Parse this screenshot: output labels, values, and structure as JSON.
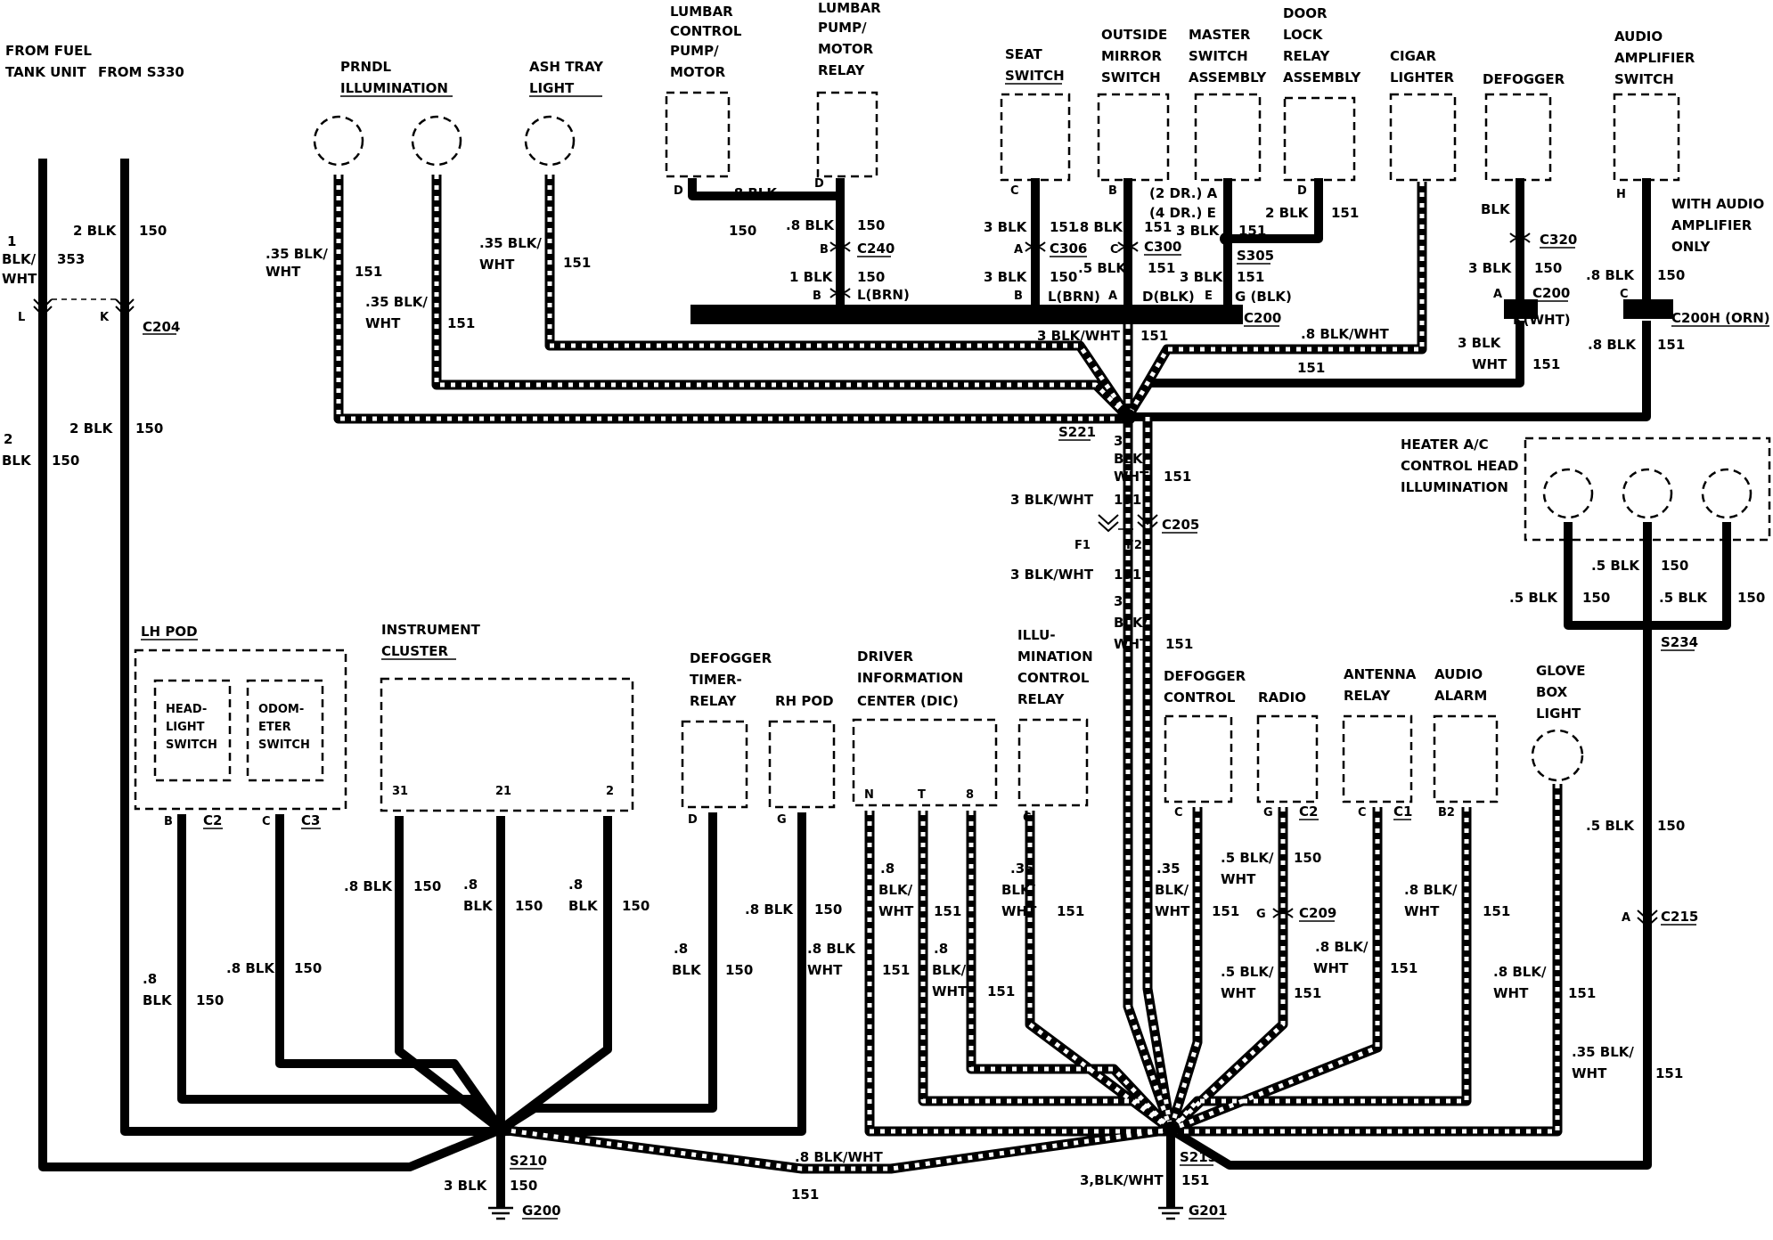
{
  "diagram": {
    "top_left": {
      "fuel_label_1": "FROM FUEL",
      "fuel_label_2": "TANK UNIT",
      "from_label": "FROM S330"
    },
    "components": {
      "prndl": [
        "PRNDL",
        "ILLUMINATION"
      ],
      "ash_tray": [
        "ASH TRAY",
        "LIGHT"
      ],
      "lumbar_pump_motor": [
        "LUMBAR",
        "CONTROL",
        "PUMP/",
        "MOTOR"
      ],
      "lumbar_relay": [
        "LUMBAR",
        "PUMP/",
        "MOTOR",
        "RELAY"
      ],
      "seat_switch": [
        "SEAT",
        "SWITCH"
      ],
      "outside_mirror": [
        "OUTSIDE",
        "MIRROR",
        "SWITCH"
      ],
      "master_switch": [
        "MASTER",
        "SWITCH",
        "ASSEMBLY"
      ],
      "door_lock": [
        "DOOR",
        "LOCK",
        "RELAY",
        "ASSEMBLY"
      ],
      "cigar": [
        "CIGAR",
        "LIGHTER"
      ],
      "defogger_top": [
        "DEFOGGER"
      ],
      "audio_amp": [
        "AUDIO",
        "AMPLIFIER",
        "SWITCH"
      ],
      "audio_amp_note": [
        "WITH AUDIO",
        "AMPLIFIER",
        "ONLY"
      ],
      "heater": [
        "HEATER A/C",
        "CONTROL HEAD",
        "ILLUMINATION"
      ],
      "lh_pod": [
        "LH POD"
      ],
      "headlight_switch": [
        "HEAD-",
        "LIGHT",
        "SWITCH"
      ],
      "odometer_switch": [
        "ODOM-",
        "ETER",
        "SWITCH"
      ],
      "instrument_cluster": [
        "INSTRUMENT",
        "CLUSTER"
      ],
      "defogger_timer": [
        "DEFOGGER",
        "TIMER-",
        "RELAY"
      ],
      "rh_pod": [
        "RH POD"
      ],
      "dic": [
        "DRIVER",
        "INFORMATION",
        "CENTER (DIC)"
      ],
      "illum_relay": [
        "ILLU-",
        "MINATION",
        "CONTROL",
        "RELAY"
      ],
      "defogger_control": [
        "DEFOGGER",
        "CONTROL"
      ],
      "radio": [
        "RADIO"
      ],
      "antenna": [
        "ANTENNA",
        "RELAY"
      ],
      "audio_alarm": [
        "AUDIO",
        "ALARM"
      ],
      "glove_box": [
        "GLOVE",
        "BOX",
        "LIGHT"
      ]
    },
    "connectors": {
      "c204": "C204",
      "c240": "C240",
      "c306": "C306",
      "c300": "C300",
      "s305": "S305",
      "c200": "C200",
      "c320": "C320",
      "c200_def": "C200",
      "c200h": "C200H (ORN)",
      "s221": "S221",
      "c205": "C205",
      "s234": "S234",
      "c2": "C2",
      "c3": "C3",
      "c2_radio": "C2",
      "c1": "C1",
      "c209": "C209",
      "c215": "C215",
      "s210": "S210",
      "s215": "S215",
      "g200": "G200",
      "g201": "G201"
    },
    "pins": {
      "L": "L",
      "K": "K",
      "D": "D",
      "B": "B",
      "C": "C",
      "A": "A",
      "E": "E",
      "H": "H",
      "F1": "F1",
      "F2": "F2",
      "G": "G",
      "N": "N",
      "T": "T",
      "8": "8",
      "31": "31",
      "21": "21",
      "2": "2",
      "B2": "B2",
      "mirror_2dr": "(2 DR.) A",
      "mirror_4dr": "(4 DR.) E",
      "pin_l_brn": "L(BRN)",
      "pin_d_blk": "D(BLK)",
      "pin_g_blk": "G (BLK)",
      "pin_k_wht": "K(WHT)"
    },
    "wires": {
      "blk": "BLK",
      "blk_wht": "BLK/",
      "wht": "WHT",
      "c150": "150",
      "c151": "151",
      "c353": "353",
      "w1": "1",
      "w2": "2",
      "w3": "3",
      "w08": ".8",
      "w35": ".35",
      "w2blk": "2 BLK",
      "w3blk": "3 BLK",
      "w08blk": ".8 BLK",
      "w05blk": ".5 BLK",
      "w1blk": "1 BLK",
      "w035blkwht": ".35 BLK/",
      "w3blkwht": "3 BLK/WHT",
      "w08blkwht": ".8 BLK/WHT",
      "w05blkwht": ".5 BLK/",
      "w3blkwht_s215": "3,BLK/WHT",
      "w08blkwht_s": ".8 BLK/"
    }
  }
}
